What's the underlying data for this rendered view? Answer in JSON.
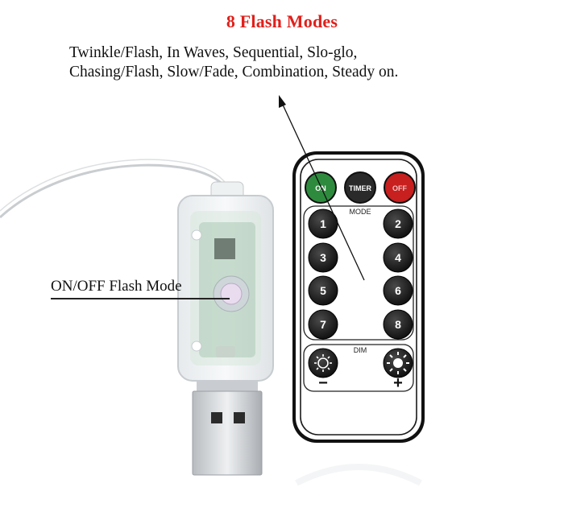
{
  "title": "8 Flash Modes",
  "description": {
    "line1": "Twinkle/Flash, In Waves, Sequential, Slo-glo,",
    "line2": "Chasing/Flash, Slow/Fade, Combination, Steady on."
  },
  "callout": "ON/OFF Flash Mode",
  "remote": {
    "top_buttons": [
      {
        "label": "ON",
        "color": "#2e8b3e"
      },
      {
        "label": "TIMER",
        "color": "#2a2a2a"
      },
      {
        "label": "OFF",
        "color": "#c81f1f"
      }
    ],
    "mode_label": "MODE",
    "mode_buttons": [
      "1",
      "2",
      "3",
      "4",
      "5",
      "6",
      "7",
      "8"
    ],
    "dim_label": "DIM",
    "dim_minus": "−",
    "dim_plus": "+"
  }
}
